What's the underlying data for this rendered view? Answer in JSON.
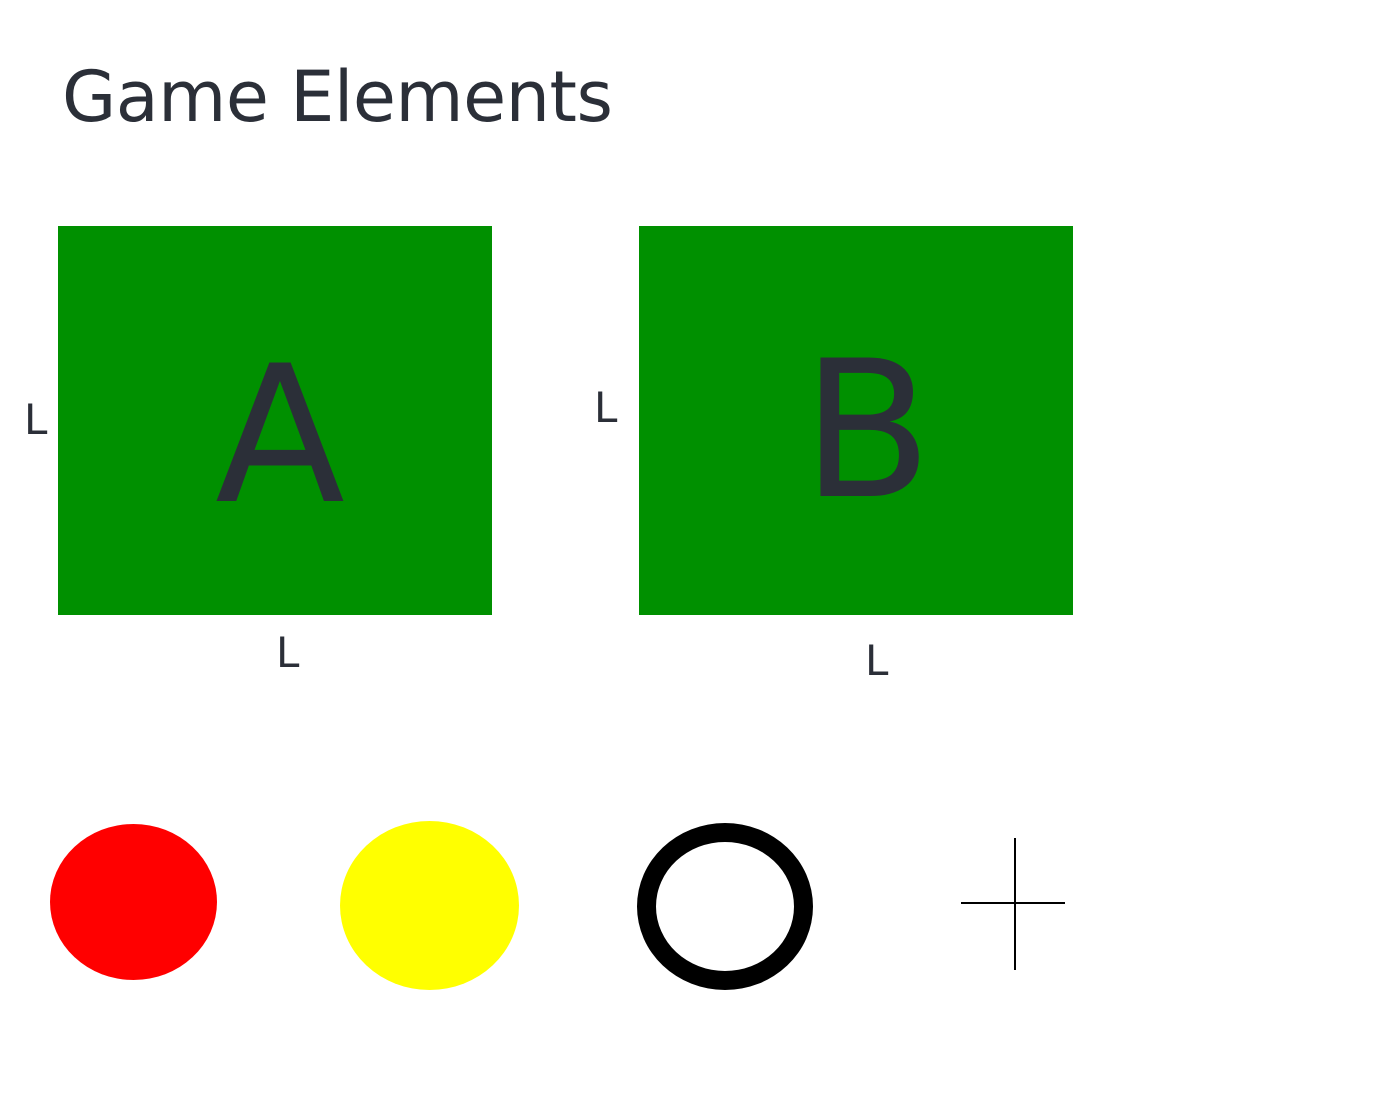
{
  "title": "Game Elements",
  "boards": [
    {
      "letter": "A",
      "left_label": "L",
      "bottom_label": "L",
      "color": "#009000"
    },
    {
      "letter": "B",
      "left_label": "L",
      "bottom_label": "L",
      "color": "#009000"
    }
  ],
  "pieces": [
    {
      "icon": "red-circle-icon",
      "color": "#ff0000"
    },
    {
      "icon": "yellow-circle-icon",
      "color": "#ffff00"
    },
    {
      "icon": "black-ring-icon",
      "color": "#000000"
    },
    {
      "icon": "crosshair-icon",
      "color": "#000000"
    }
  ],
  "colors": {
    "text": "#2b2f38",
    "background": "#ffffff"
  }
}
